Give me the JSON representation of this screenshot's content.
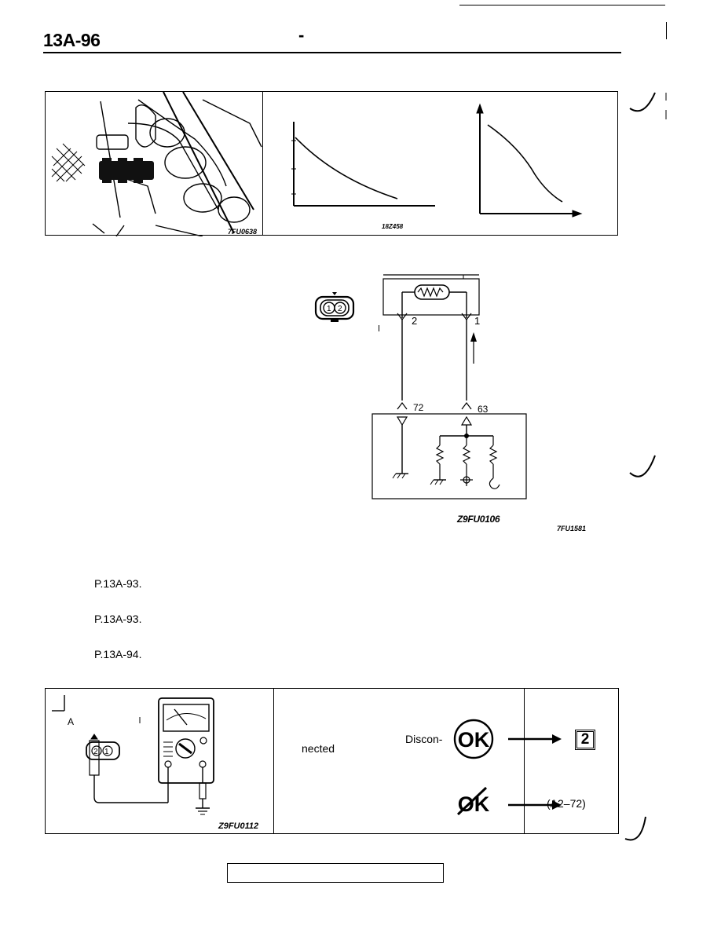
{
  "header": {
    "page_number": "13A-96",
    "title_dash": "-"
  },
  "top_panel": {
    "photo_code": "7FU0638",
    "graph_code": "18Z458"
  },
  "circuit": {
    "connector_pins": [
      "1",
      "2"
    ],
    "sensor_pins": [
      "2",
      "1"
    ],
    "ecu_pins": [
      "72",
      "63"
    ],
    "diagram_code": "Z9FU0106",
    "side_code": "7FU1581"
  },
  "references": [
    "P.13A-93.",
    "P.13A-93.",
    "P.13A-94."
  ],
  "step_box": {
    "label": "A",
    "connector_pins": [
      "2",
      "1"
    ],
    "diagram_code": "Z9FU0112",
    "text_disconnected_1": "Discon-",
    "text_disconnected_2": "nected",
    "ok_label": "OK",
    "ng_label": "OK",
    "next_step": "2",
    "ng_result": "(A2–72)"
  }
}
